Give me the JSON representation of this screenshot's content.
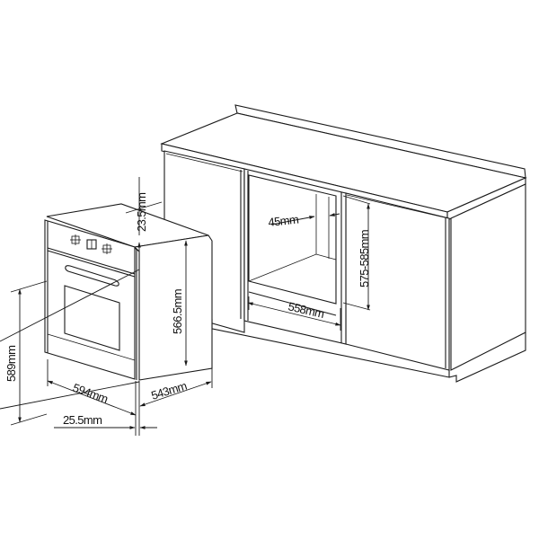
{
  "diagram": {
    "type": "built-in oven installation dimensions",
    "line_color": "#1a1a1a",
    "background": "#ffffff",
    "oven": {
      "dimensions": {
        "top_offset": "23.5mm",
        "body_height": "566.5mm",
        "total_height": "589mm",
        "width": "594mm",
        "depth": "543mm",
        "front_panel": "25.5mm"
      },
      "control_icons": [
        "knob-icon",
        "display-icon",
        "knob-icon"
      ]
    },
    "cabinet": {
      "dimensions": {
        "side_clearance": "45mm",
        "opening_width": "558mm",
        "opening_height": "575-585mm"
      }
    }
  }
}
